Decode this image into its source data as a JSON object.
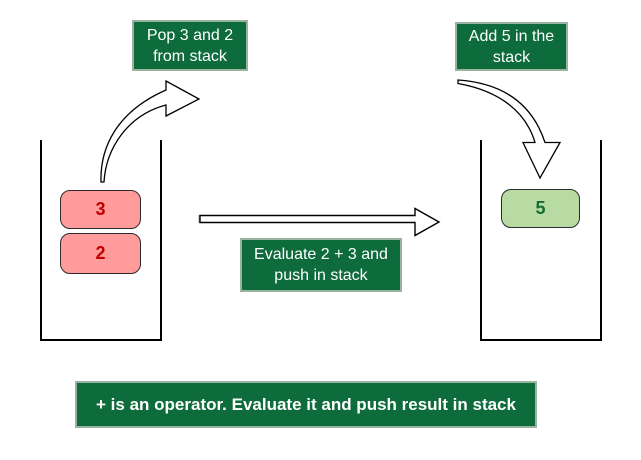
{
  "annotations": {
    "pop_label": "Pop 3 and 2\nfrom stack",
    "add_label": "Add 5 in the\nstack",
    "evaluate_label": "Evaluate 2 + 3 and\npush in stack",
    "bottom_note": "+ is an operator. Evaluate it and push result in stack"
  },
  "left_stack": {
    "items": [
      "3",
      "2"
    ]
  },
  "right_stack": {
    "items": [
      "5"
    ]
  },
  "colors": {
    "label_background": "#0E6B3B",
    "label_border": "#9AB3A1",
    "label_text": "#FFFFFF",
    "operand_fill": "#FF9B9B",
    "operand_text": "#C00000",
    "result_fill": "#B8DBA3",
    "result_text": "#166B35",
    "outline": "#000000",
    "page_background": "#FFFFFF"
  }
}
